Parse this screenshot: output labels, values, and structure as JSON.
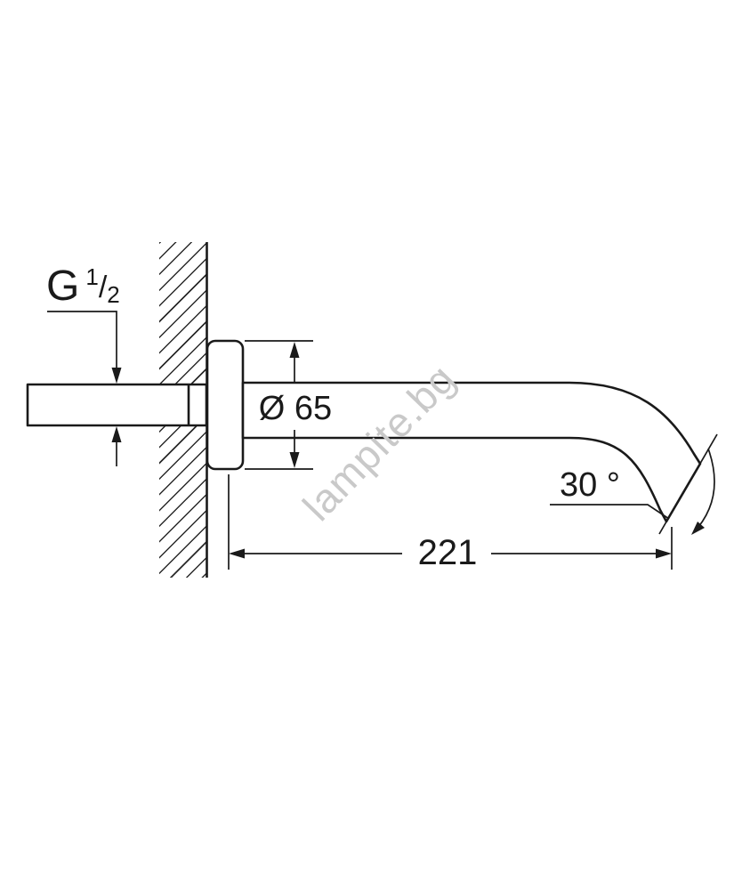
{
  "drawing": {
    "watermark_text": "lampite.bg",
    "thread_label": {
      "base": "G",
      "numerator": "1",
      "slash": "/",
      "denominator": "2"
    },
    "diameter_label": "Ø 65",
    "angle_label": "30 °",
    "length_label": "221",
    "colors": {
      "line": "#1a1a1a",
      "watermark": "#c9c9c9",
      "background": "#ffffff"
    }
  }
}
